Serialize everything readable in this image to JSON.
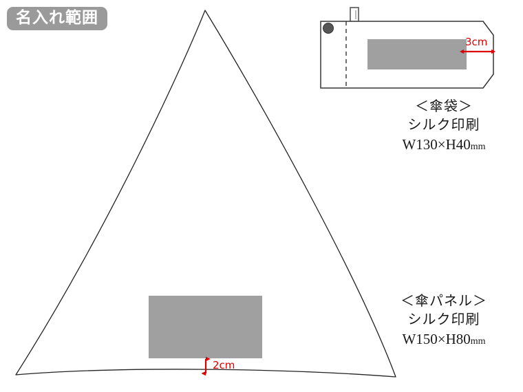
{
  "badge": {
    "label": "名入れ範囲"
  },
  "colors": {
    "badge_background": "#9a9a9a",
    "badge_text": "#ffffff",
    "imprint_area": "#a0a0a0",
    "outline": "#222222",
    "dimension_red": "#dd0000",
    "snap_button": "#555555",
    "page_background": "#ffffff"
  },
  "umbrella_case": {
    "name": "umbrella-case-illustration",
    "caption": {
      "title": "＜傘袋＞",
      "method": "シルク印刷",
      "size": "W130×H40",
      "size_unit": "mm"
    },
    "dimension": {
      "label": "3cm",
      "orientation": "horizontal",
      "meaning": "margin from imprint area right edge to case right edge"
    },
    "parts": [
      "snap-button",
      "fold-line-dashed",
      "hanging-tab",
      "imprint-area"
    ]
  },
  "umbrella_panel": {
    "name": "umbrella-panel-illustration",
    "caption": {
      "title": "＜傘パネル＞",
      "method": "シルク印刷",
      "size": "W150×H80",
      "size_unit": "mm"
    },
    "dimension": {
      "label": "2cm",
      "orientation": "vertical",
      "meaning": "margin from imprint area bottom edge to panel hem"
    },
    "parts": [
      "panel-outline",
      "imprint-area"
    ]
  }
}
